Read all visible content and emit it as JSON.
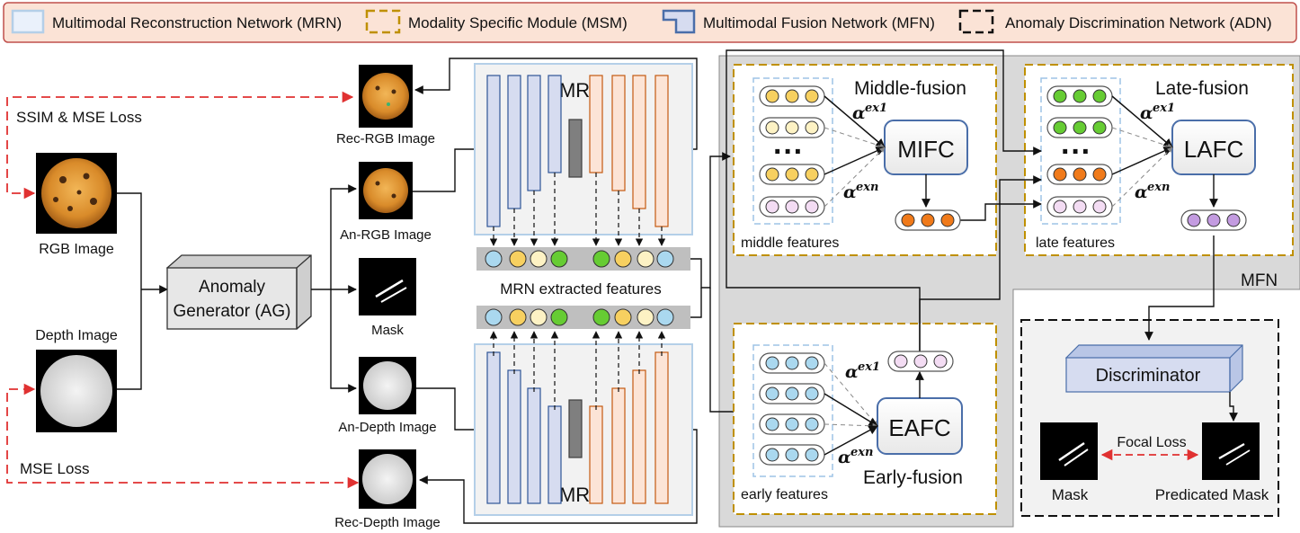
{
  "legend": {
    "items": [
      {
        "label": "Multimodal Reconstruction Network (MRN)",
        "icon": "solid-blue-box-icon"
      },
      {
        "label": "Modality Specific  Module (MSM)",
        "icon": "dashed-gold-box-icon"
      },
      {
        "label": "Multimodal Fusion Network (MFN)",
        "icon": "notched-blue-box-icon"
      },
      {
        "label": "Anomaly Discrimination Network (ADN)",
        "icon": "dashed-black-box-icon"
      }
    ]
  },
  "inputs": {
    "rgb_label": "RGB Image",
    "depth_label": "Depth Image",
    "ssim_loss": "SSIM & MSE Loss",
    "mse_loss": "MSE Loss"
  },
  "generator": {
    "line1": "Anomaly",
    "line2": "Generator (AG)"
  },
  "middle_column": {
    "rec_rgb": "Rec-RGB Image",
    "an_rgb": "An-RGB Image",
    "mask": "Mask",
    "an_depth": "An-Depth Image",
    "rec_depth": "Rec-Depth Image"
  },
  "mrn": {
    "top_title": "MRN",
    "bottom_title": "MRN",
    "features_label": "MRN extracted features"
  },
  "mfn": {
    "label": "MFN",
    "middle": {
      "title": "Middle-fusion",
      "module": "MIFC",
      "features": "middle features"
    },
    "late": {
      "title": "Late-fusion",
      "module": "LAFC",
      "features": "late features"
    },
    "early": {
      "title": "Early-fusion",
      "module": "EAFC",
      "features": "early features"
    },
    "alpha": "α",
    "sup1": "ex",
    "sub1": "1",
    "supn": "ex",
    "subn": "n",
    "ellipsis": "···"
  },
  "adn": {
    "discriminator": "Discriminator",
    "mask": "Mask",
    "focal_loss": "Focal Loss",
    "predicted_mask": "Predicated Mask"
  },
  "colors": {
    "legend_bg": "#fbe3d6",
    "legend_border": "#c0504d",
    "mrn_border": "#b4cfe8",
    "mrn_bg": "#f2f2f2",
    "encoder_fill": "#d6dcf0",
    "decoder_fill": "#fce4d6",
    "msm_border": "#bf9000",
    "mfn_bg": "#d9d9d9",
    "loss_red": "#e03131",
    "dot_blue": "#aad8ef",
    "dot_yellow": "#f7d060",
    "dot_cream": "#fdf2c4",
    "dot_green": "#66cc33",
    "dot_pink": "#f3dcf3",
    "dot_orange": "#f07a1a",
    "dot_purple": "#c39be0"
  }
}
